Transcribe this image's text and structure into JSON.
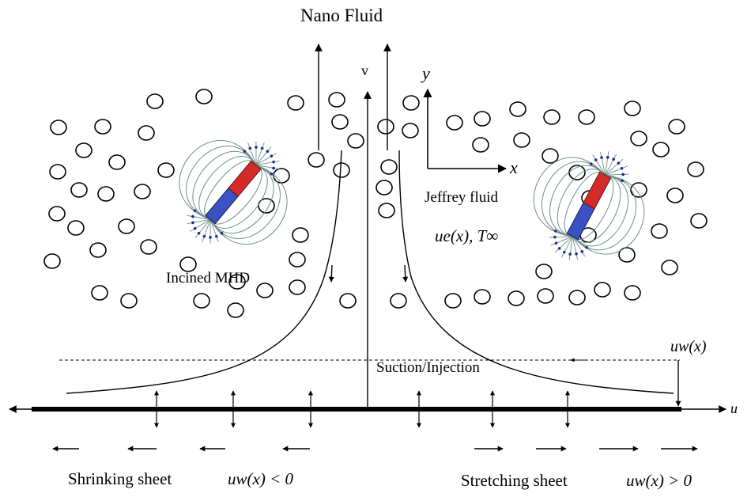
{
  "title": "Nano Fluid",
  "axes": {
    "v_label": "v",
    "y_label": "y",
    "x_label": "x",
    "u_label": "u"
  },
  "labels": {
    "jeffrey": "Jeffrey fluid",
    "free_stream": "ue(x), T∞",
    "mhd": "Incined MHD",
    "wall_velocity": "uw(x)",
    "suction": "Suction/Injection",
    "shrinking": "Shrinking sheet",
    "shrinking_condition": "uw(x) < 0",
    "stretching": "Stretching sheet",
    "stretching_condition": "uw(x) > 0"
  },
  "colors": {
    "magnet_north": "#d42a2a",
    "magnet_south": "#3a52c4",
    "field_lines": "#6f8f8a",
    "field_dots": "#1c2e8c",
    "ink": "#000000"
  },
  "icons": {
    "magnet_left": "bar-magnet-icon",
    "magnet_right": "bar-magnet-icon",
    "particle": "circle-particle"
  }
}
